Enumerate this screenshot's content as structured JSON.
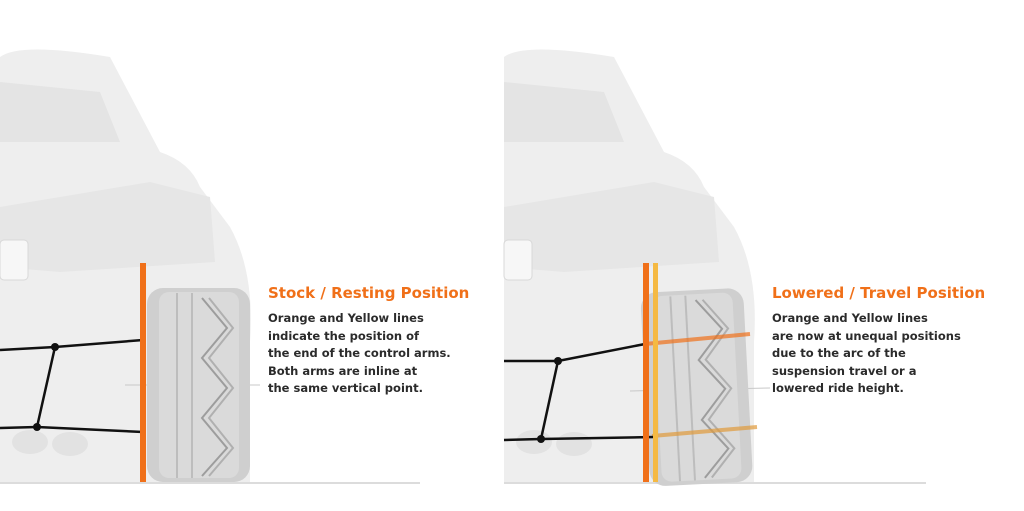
{
  "colors": {
    "orange": "#f07019",
    "yellow": "#f5b942",
    "arm": "#111111",
    "car": "#ececec"
  },
  "panels": [
    {
      "title": "Stock / Resting Position",
      "lines": [
        "Orange and Yellow lines",
        "indicate the position of",
        "the end of the control arms.",
        "Both arms are inline at",
        "the same vertical point."
      ]
    },
    {
      "title": "Lowered / Travel Position",
      "lines": [
        "Orange and Yellow lines",
        "are now at unequal positions",
        "due to the arc of the",
        "suspension travel or a",
        "lowered ride height."
      ]
    }
  ]
}
